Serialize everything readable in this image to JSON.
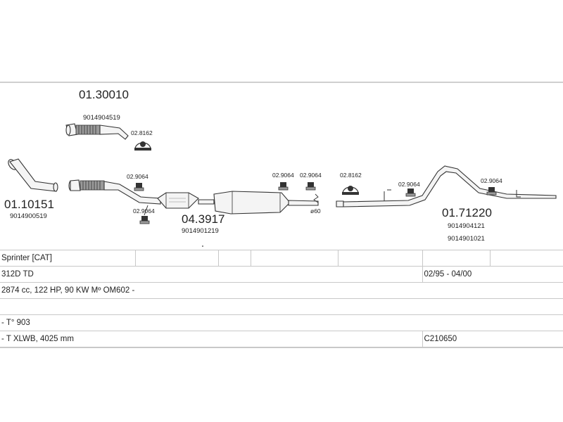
{
  "parts": {
    "group_top": {
      "code": "01.30010",
      "oe": "9014904519"
    },
    "clamp_top": "02.8162",
    "front_pipe": {
      "code": "01.10151",
      "oe": "9014900519"
    },
    "hanger_a": "02.9064",
    "hanger_b": "02.9064",
    "middle": {
      "code": "04.3917",
      "oe": "9014901219"
    },
    "hanger_c": "02.9064",
    "hanger_d": "02.9064",
    "clamp_mid": "02.8162",
    "hanger_e": "02.9064",
    "hanger_f": "02.9064",
    "rear": {
      "code": "01.71220",
      "oe1": "9014904121",
      "oe2": "9014901021"
    },
    "pipe_dia": "ø60"
  },
  "table": {
    "model": "Sprinter  [CAT]",
    "engine": "312D TD",
    "years": "02/95 - 04/00",
    "spec": "2874 cc, 122 HP, 90 KW Mº OM602 -",
    "type": "- T° 903",
    "body": "- T XLWB, 4025 mm",
    "ref": "C210650"
  }
}
